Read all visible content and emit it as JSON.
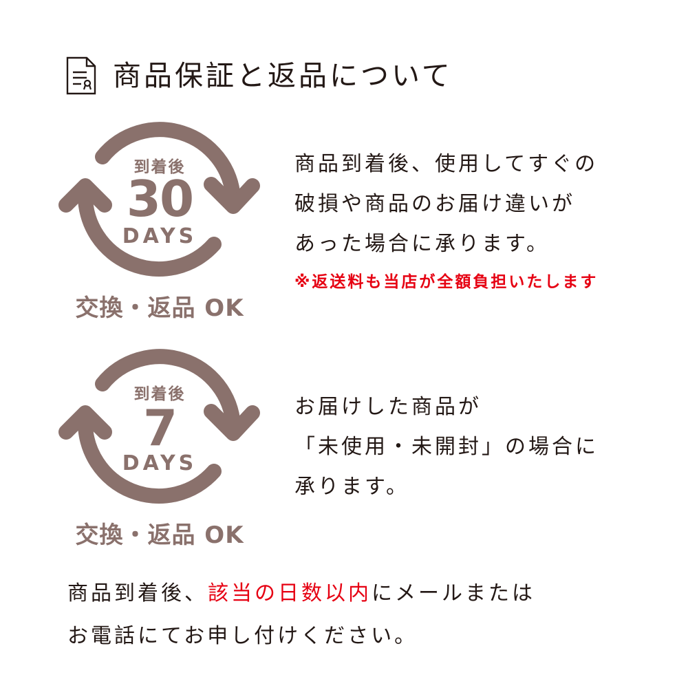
{
  "header": {
    "icon": "document-certificate-icon",
    "title": "商品保証と返品について"
  },
  "colors": {
    "badge": "#8a716c",
    "text": "#231815",
    "accent_red": "#e60012",
    "background": "#ffffff"
  },
  "sections": [
    {
      "badge": {
        "icon": "refresh-cycle-icon",
        "top_label": "到着後",
        "number": "30",
        "unit": "DAYS",
        "caption": "交換・返品 OK"
      },
      "description_lines": [
        "商品到着後、使用してすぐの",
        "破損や商品のお届け違いが",
        "あった場合に承ります。"
      ],
      "note": "※返送料も当店が全額負担いたします"
    },
    {
      "badge": {
        "icon": "refresh-cycle-icon",
        "top_label": "到着後",
        "number": "7",
        "unit": "DAYS",
        "caption": "交換・返品 OK"
      },
      "description_lines": [
        "お届けした商品が",
        "「未使用・未開封」の場合に",
        "承ります。"
      ]
    }
  ],
  "footer": {
    "line1_prefix": "商品到着後、",
    "line1_highlight": "該当の日数以内",
    "line1_suffix": "にメールまたは",
    "line2": "お電話にてお申し付けください。"
  }
}
